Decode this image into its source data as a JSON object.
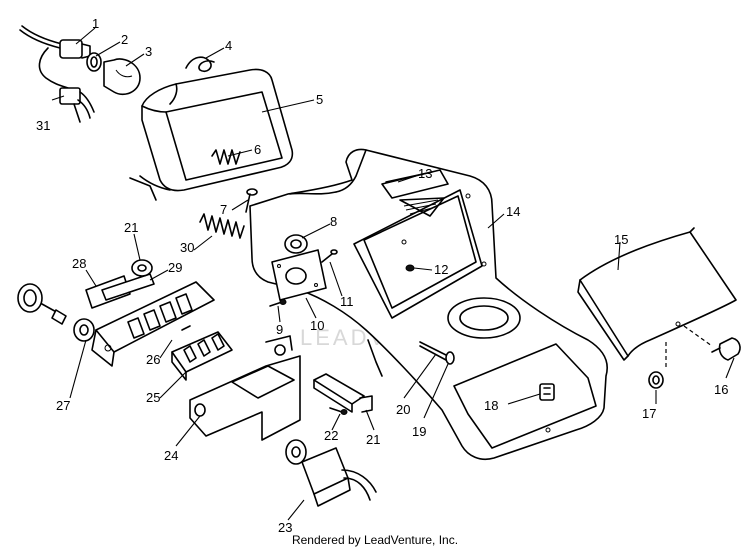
{
  "callouts": {
    "c1": "1",
    "c2": "2",
    "c3": "3",
    "c4": "4",
    "c5": "5",
    "c6": "6",
    "c7": "7",
    "c8": "8",
    "c9": "9",
    "c10": "10",
    "c11": "11",
    "c12": "12",
    "c13": "13",
    "c14": "14",
    "c15": "15",
    "c16": "16",
    "c17": "17",
    "c18": "18",
    "c19": "19",
    "c20": "20",
    "c21a": "21",
    "c21b": "21",
    "c22": "22",
    "c23": "23",
    "c24": "24",
    "c25": "25",
    "c26": "26",
    "c27": "27",
    "c28": "28",
    "c29": "29",
    "c30": "30",
    "c31": "31"
  },
  "watermark": "LEADVENTURE",
  "footer": {
    "credit": "Rendered by LeadVenture, Inc."
  }
}
